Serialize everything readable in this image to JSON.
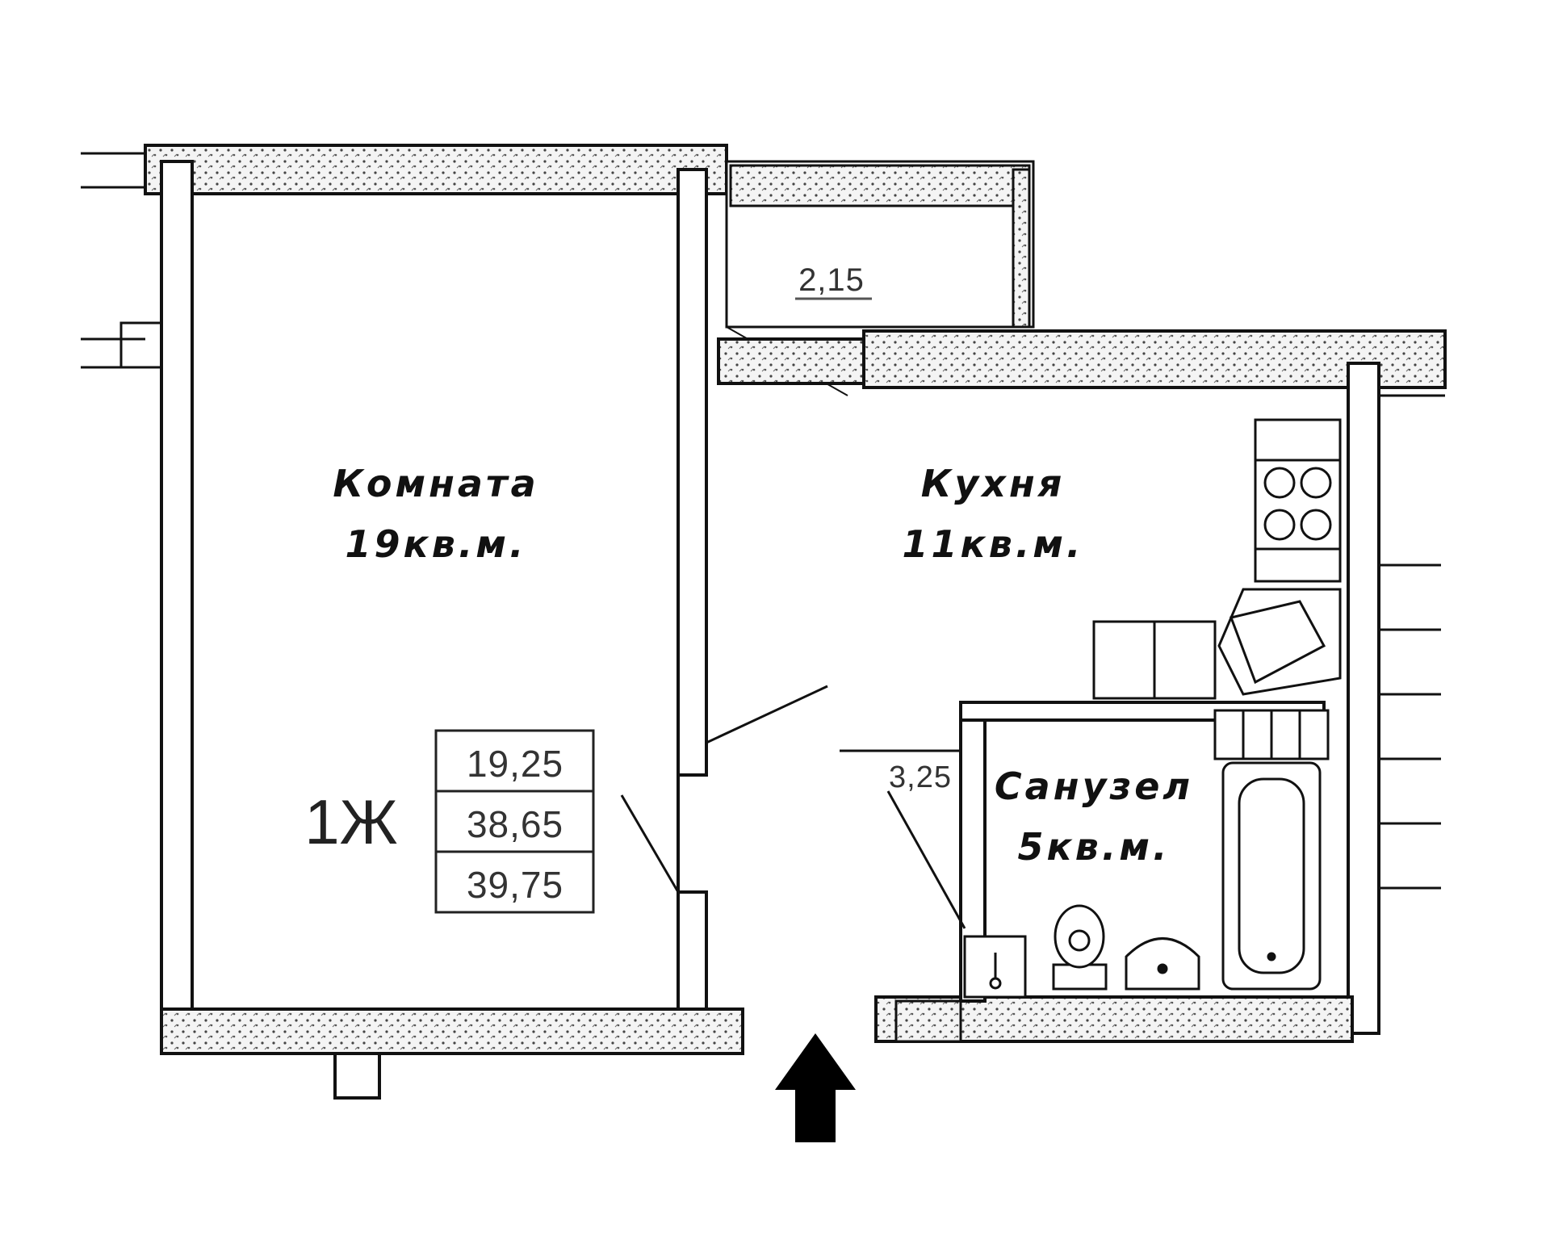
{
  "rooms": {
    "room": {
      "name": "Комната",
      "area": "19кв.м."
    },
    "kitchen": {
      "name": "Кухня",
      "area": "11кв.м."
    },
    "bathroom": {
      "name": "Санузел",
      "area": "5кв.м."
    }
  },
  "balcony_area": "2,15",
  "hall_area": "3,25",
  "apartment": {
    "id": "1Ж",
    "areas": [
      "19,25",
      "38,65",
      "39,75"
    ]
  },
  "entrance_marker": "arrow-up-icon",
  "colors": {
    "line": "#111111",
    "wall_fill": "#ffffff",
    "hatch": "#444444"
  }
}
